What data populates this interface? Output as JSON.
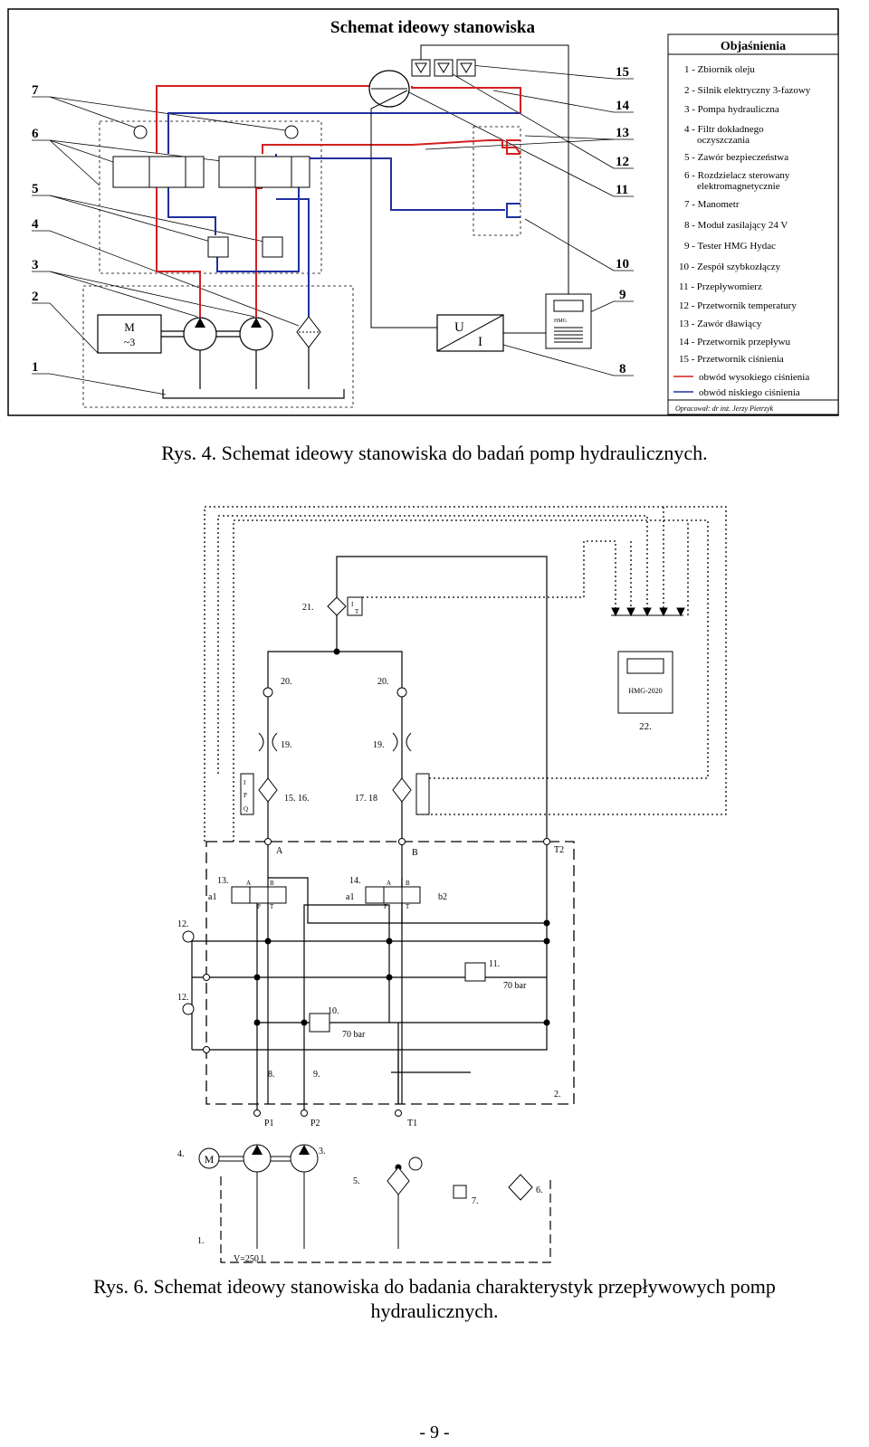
{
  "figure1": {
    "title": "Schemat ideowy stanowiska",
    "legend_title": "Objaśnienia",
    "legend_items": [
      "1 - Zbiornik oleju",
      "2 - Silnik elektryczny 3-fazowy",
      "3 - Pompa hydrauliczna",
      "4 - Filtr dokładnego",
      "oczyszczania",
      "5 - Zawór bezpieczeństwa",
      "6 - Rozdzielacz sterowany",
      "elektromagnetycznie",
      "7 - Manometr",
      "8 - Moduł zasilający 24 V",
      "9 - Tester HMG Hydac",
      "10 - Zespół szybkozłączy",
      "11 - Przepływomierz",
      "12 - Przetwornik temperatury",
      "13 - Zawór dławiący",
      "14 - Przetwornik przepływu",
      "15 - Przetwornik ciśnienia"
    ],
    "legend_lines": [
      "obwód wysokiego ciśnienia",
      "obwód niskiego ciśnienia"
    ],
    "author": "Opracował: dr inż. Jerzy Pietrzyk",
    "left_numbers": [
      "7",
      "6",
      "5",
      "4",
      "3",
      "2",
      "1"
    ],
    "right_numbers": [
      "15",
      "14",
      "13",
      "12",
      "11",
      "10",
      "9",
      "8"
    ],
    "motor_label": [
      "M",
      "~3"
    ],
    "converter_label": [
      "U",
      "I"
    ],
    "tester_label": "HMG",
    "colors": {
      "high_pressure": "#d42020",
      "low_pressure": "#2030a0"
    }
  },
  "caption1": "Rys. 4. Schemat ideowy stanowiska do badań pomp hydraulicznych.",
  "figure2": {
    "labels": {
      "l21": "21.",
      "l20a": "20.",
      "l20b": "20.",
      "l19a": "19.",
      "l19b": "19.",
      "l15": "15. 16.",
      "l17": "17. 18",
      "lA": "A",
      "lB": "B",
      "lT2": "T2",
      "l13": "13.",
      "l14": "14.",
      "l12a": "12.",
      "l12b": "12.",
      "l11": "11.",
      "l11p": "70 bar",
      "l10": "10.",
      "l10p": "70 bar",
      "l8": "8.",
      "l9": "9.",
      "l2": "2.",
      "lP1": "P1",
      "lP2": "P2",
      "lT1": "T1",
      "l4": "4.",
      "l3": "3.",
      "l5": "5.",
      "l7": "7.",
      "l6": "6.",
      "l1": "1.",
      "lV": "V=250 l",
      "l22": "22.",
      "tester": "HMG-2020",
      "v_a1": "a1",
      "v_a1b": "a1",
      "v_b2": "b2",
      "v13A": "A",
      "v13B": "B",
      "v13P": "P",
      "v13T": "T",
      "v14A": "A",
      "v14B": "B",
      "v14P": "P",
      "v14T": "T",
      "sIPQ": [
        "I",
        "P",
        "Q"
      ],
      "sIT": [
        "I",
        "T"
      ],
      "motor": "M"
    }
  },
  "caption2": [
    "Rys. 6. Schemat ideowy stanowiska do badania charakterystyk przepływowych pomp",
    "hydraulicznych."
  ],
  "page_number": "- 9 -"
}
